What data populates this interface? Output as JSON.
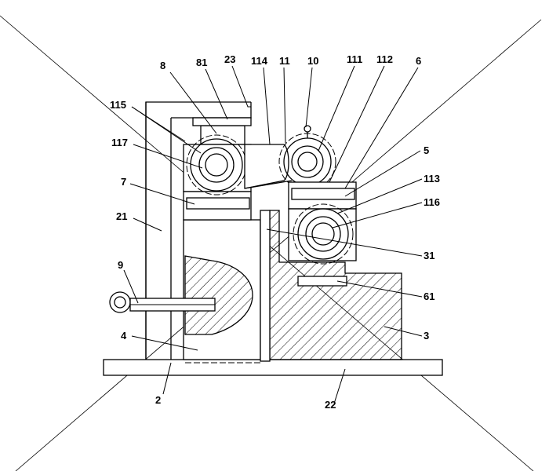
{
  "labels": {
    "l8": "8",
    "l81": "81",
    "l23": "23",
    "l114": "114",
    "l11": "11",
    "l10": "10",
    "l111": "111",
    "l112": "112",
    "l6": "6",
    "l115": "115",
    "l117": "117",
    "l5": "5",
    "l113": "113",
    "l7": "7",
    "l116": "116",
    "l21": "21",
    "l31": "31",
    "l9": "9",
    "l61": "61",
    "l4": "4",
    "l3": "3",
    "l2": "2",
    "l22": "22"
  }
}
